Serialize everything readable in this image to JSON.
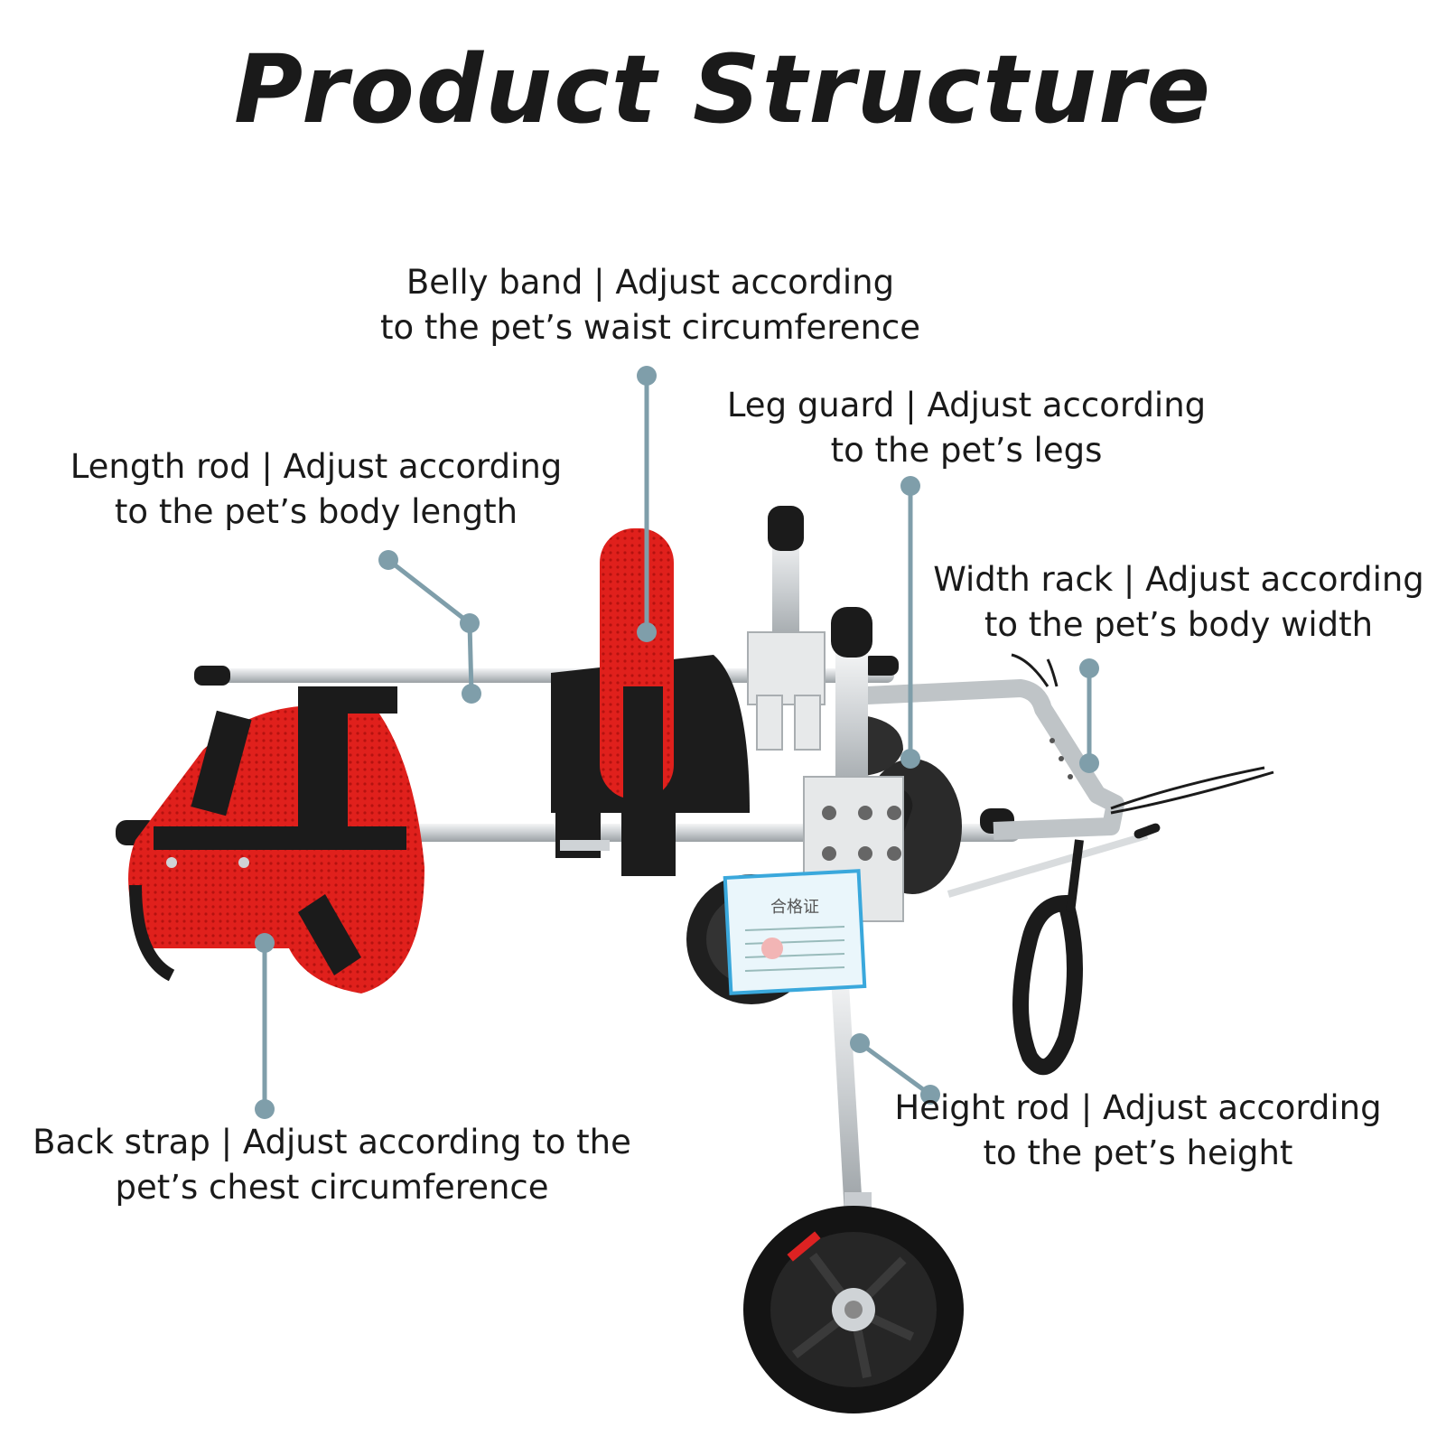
{
  "title": "Product Structure",
  "colors": {
    "leader": "#7f9eaa",
    "harness_red": "#e0201c",
    "frame_silver": "#cfd3d6",
    "strap_black": "#1b1b1b",
    "tag_blue": "#3aa8dc"
  },
  "callouts": {
    "belly_band": {
      "line1": "Belly band | Adjust according",
      "line2": "to the pet’s waist circumference"
    },
    "leg_guard": {
      "line1": "Leg guard | Adjust according",
      "line2": "to the pet’s legs"
    },
    "length_rod": {
      "line1": "Length rod | Adjust according",
      "line2": "to the pet’s body length"
    },
    "width_rack": {
      "line1": "Width rack | Adjust according",
      "line2": "to the pet’s body width"
    },
    "height_rod": {
      "line1": "Height rod | Adjust according",
      "line2": "to the pet’s height"
    },
    "back_strap": {
      "line1": "Back strap | Adjust according to the",
      "line2": "pet’s chest circumference"
    }
  },
  "tag": {
    "text": "合格证"
  }
}
